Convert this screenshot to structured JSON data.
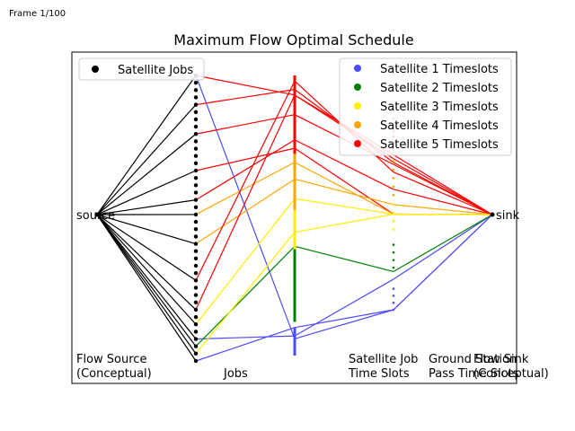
{
  "frame_label": "Frame 1/100",
  "chart_data": {
    "type": "network-flow",
    "title": "Maximum Flow Optimal Schedule",
    "columns": [
      {
        "key": "source",
        "label": [
          "Flow Source",
          "(Conceptual)"
        ],
        "x": 0
      },
      {
        "key": "jobs",
        "label": [
          "Jobs"
        ],
        "x": 1
      },
      {
        "key": "timeslots",
        "label": [
          "Satellite Job",
          "Time Slots"
        ],
        "x": 2
      },
      {
        "key": "passes",
        "label": [
          "Ground Station",
          "Pass Time Slots"
        ],
        "x": 3
      },
      {
        "key": "sink",
        "label": [
          "Flow Sink",
          "(Conceptual)"
        ],
        "x": 4
      }
    ],
    "node_labels": {
      "source": "source",
      "sink": "sink"
    },
    "colors": {
      "jobs": "#000000",
      "sat1": "#4b4bff",
      "sat2": "#008000",
      "sat3": "#ffee00",
      "sat4": "#ffa500",
      "sat5": "#ff0000"
    },
    "legend_left": [
      {
        "label": "Satellite Jobs",
        "color": "#000000"
      }
    ],
    "legend_right": [
      {
        "label": "Satellite 1 Timeslots",
        "color": "#4b4bff"
      },
      {
        "label": "Satellite 2 Timeslots",
        "color": "#008000"
      },
      {
        "label": "Satellite 3 Timeslots",
        "color": "#ffee00"
      },
      {
        "label": "Satellite 4 Timeslots",
        "color": "#ffa500"
      },
      {
        "label": "Satellite 5 Timeslots",
        "color": "#ff0000"
      }
    ],
    "jobs_count": 40,
    "scheduled_jobs": [
      0,
      4,
      8,
      13,
      17,
      19,
      23,
      28,
      32,
      34,
      36,
      37,
      38,
      39
    ],
    "timeslot_ranges": [
      {
        "sat": "sat1",
        "from": 0.0,
        "to": 0.1
      },
      {
        "sat": "sat2",
        "from": 0.12,
        "to": 0.38
      },
      {
        "sat": "sat3",
        "from": 0.38,
        "to": 0.52
      },
      {
        "sat": "sat4",
        "from": 0.52,
        "to": 0.72
      },
      {
        "sat": "sat5",
        "from": 0.72,
        "to": 1.0
      }
    ],
    "pass_slots": [
      {
        "sat": "sat1",
        "from": 0.0,
        "to": 0.11,
        "count": 4
      },
      {
        "sat": "sat2",
        "from": 0.22,
        "to": 0.34,
        "count": 4
      },
      {
        "sat": "sat3",
        "from": 0.42,
        "to": 0.55,
        "count": 4
      },
      {
        "sat": "sat4",
        "from": 0.6,
        "to": 0.82,
        "count": 6
      },
      {
        "sat": "sat5",
        "from": 0.84,
        "to": 1.0,
        "count": 6
      }
    ],
    "flows": [
      {
        "job": 0,
        "slot": 0.93,
        "pass": 0.79,
        "sat": "sat5"
      },
      {
        "job": 0,
        "slot": 0.06,
        "pass": 0.0,
        "sat": "sat1"
      },
      {
        "job": 4,
        "slot": 0.95,
        "pass": 0.77,
        "sat": "sat5"
      },
      {
        "job": 8,
        "slot": 0.86,
        "pass": 0.76,
        "sat": "sat5"
      },
      {
        "job": 13,
        "slot": 0.74,
        "pass": 0.5,
        "sat": "sat5"
      },
      {
        "job": 17,
        "slot": 0.77,
        "pass": 0.63,
        "sat": "sat5"
      },
      {
        "job": 19,
        "slot": 0.69,
        "pass": 0.5,
        "sat": "sat4"
      },
      {
        "job": 23,
        "slot": 0.63,
        "pass": 0.55,
        "sat": "sat4"
      },
      {
        "job": 28,
        "slot": 0.98,
        "pass": 0.72,
        "sat": "sat5"
      },
      {
        "job": 32,
        "slot": 0.93,
        "pass": 0.81,
        "sat": "sat5"
      },
      {
        "job": 34,
        "slot": 0.56,
        "pass": 0.5,
        "sat": "sat3"
      },
      {
        "job": 36,
        "slot": 0.07,
        "pass": 0.16,
        "sat": "sat1"
      },
      {
        "job": 37,
        "slot": 0.39,
        "pass": 0.2,
        "sat": "sat2"
      },
      {
        "job": 38,
        "slot": 0.44,
        "pass": 0.5,
        "sat": "sat3"
      },
      {
        "job": 39,
        "slot": 0.1,
        "pass": 0.0,
        "sat": "sat1"
      }
    ]
  }
}
